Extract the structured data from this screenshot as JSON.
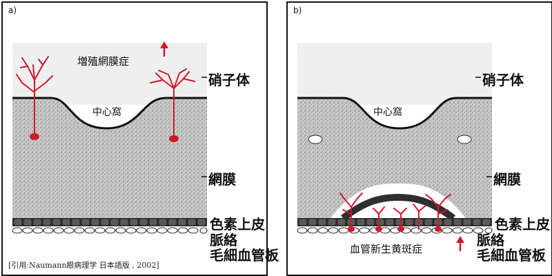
{
  "panels": [
    {
      "letter": "a)",
      "disease_label": "増殖網膜症",
      "fovea_label": "中心窩",
      "vitreous_label": "硝子体",
      "retina_label": "網膜",
      "rpe_label": "色素上皮",
      "choroid_label": "脈絡\n毛細血管板",
      "citation": "[引用:Naumann眼病理学 日本語版 , 2002]"
    },
    {
      "letter": "b)",
      "disease_label": "血管新生黄斑症",
      "fovea_label": "中心窩",
      "vitreous_label": "硝子体",
      "retina_label": "網膜",
      "rpe_label": "色素上皮",
      "choroid_label": "脈絡\n毛細血管板"
    }
  ],
  "colors": {
    "vessel": "#d0182b",
    "vitreous": "#f1f1f1",
    "retina": "#c9c9c9",
    "rpe_cell": "#3c3c3c",
    "outline": "#111111"
  },
  "icons": {
    "arrow": "up-arrow-icon"
  }
}
